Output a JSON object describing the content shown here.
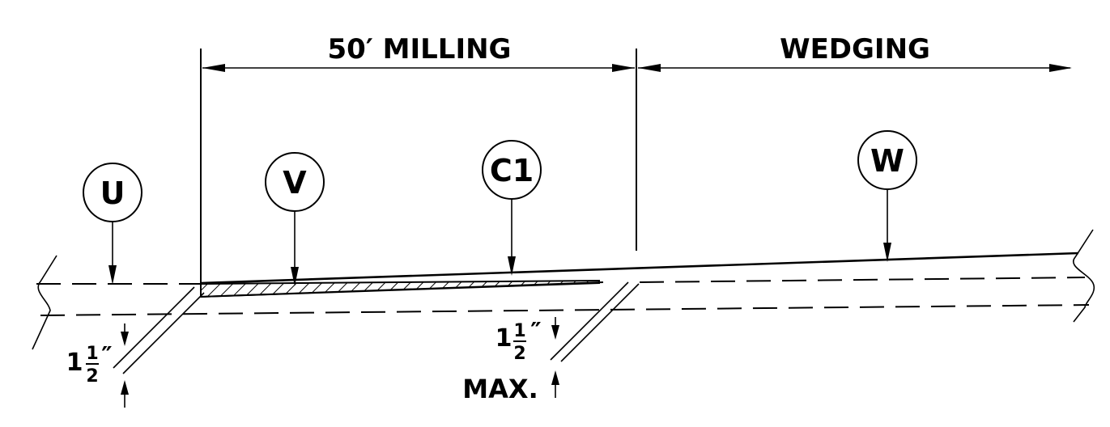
{
  "labels": {
    "milling": "50′ MILLING",
    "wedging": "WEDGING"
  },
  "bubbles": {
    "u": "U",
    "v": "V",
    "c1": "C1",
    "w": "W"
  },
  "dims": {
    "left": {
      "whole": "1",
      "num": "1",
      "den": "2",
      "unit": "″"
    },
    "right": {
      "whole": "1",
      "num": "1",
      "den": "2",
      "unit": "″",
      "max": "MAX."
    }
  }
}
